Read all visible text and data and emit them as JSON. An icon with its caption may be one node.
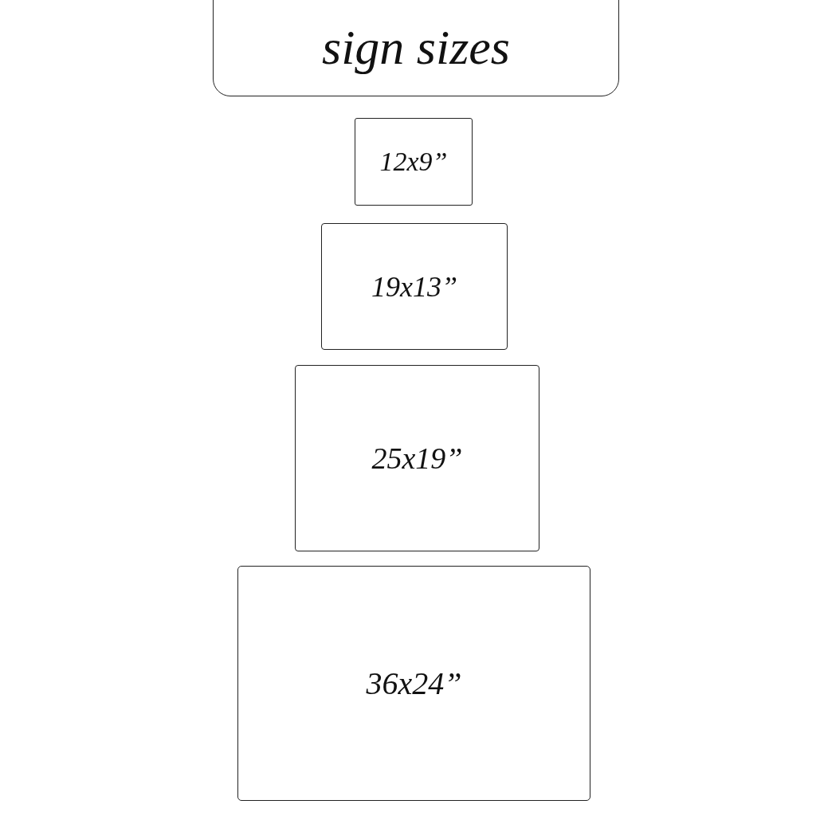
{
  "diagram": {
    "nodes": [
      {
        "text": [
          "sign sizes"
        ]
      },
      {
        "text": [
          "12x9”"
        ]
      },
      {
        "text": [
          "19x13”"
        ]
      },
      {
        "text": [
          "25x19”"
        ]
      },
      {
        "text": [
          "36x24”"
        ]
      }
    ]
  }
}
